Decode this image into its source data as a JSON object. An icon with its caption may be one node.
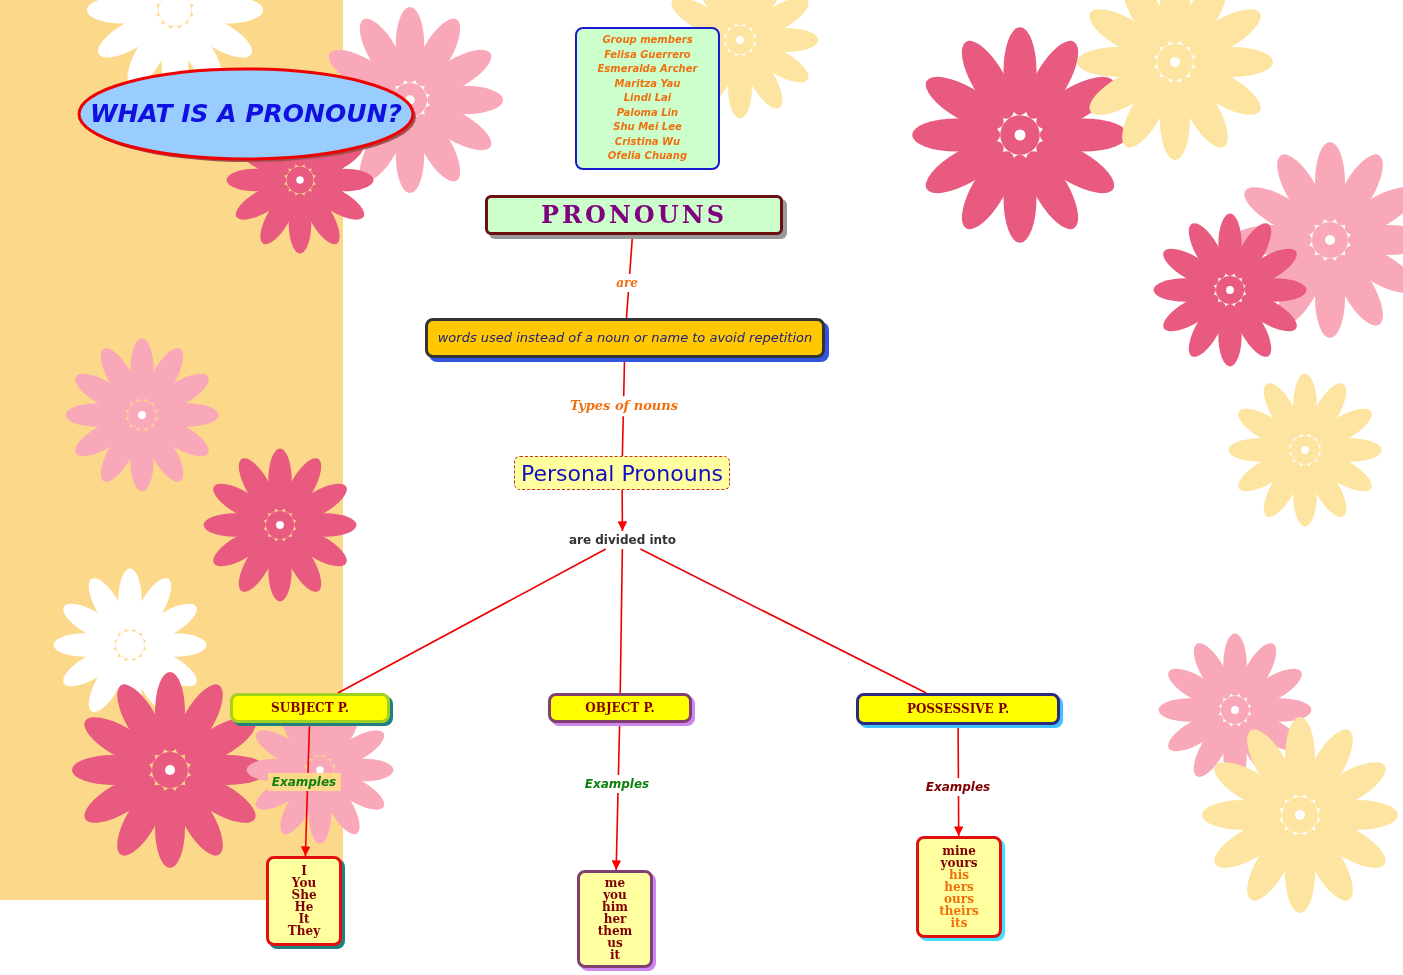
{
  "diagram": {
    "nodes": [
      {
        "text": [
          "WHAT IS A PRONOUN?"
        ]
      },
      {
        "text": [
          "Group members",
          "Felisa Guerrero",
          "Esmeralda Archer",
          "Maritza Yau",
          "Lindi Lai",
          "Paloma Lin",
          "Shu Mei Lee",
          "Cristina Wu",
          "Ofelia Chuang"
        ]
      },
      {
        "text": [
          "PRONOUNS"
        ]
      },
      {
        "text": [
          "words used instead of a noun or name to avoid repetition"
        ]
      },
      {
        "text": [
          "Personal Pronouns"
        ]
      },
      {
        "text": [
          "are divided into"
        ]
      },
      {
        "text": [
          "SUBJECT P."
        ]
      },
      {
        "text": [
          "OBJECT P."
        ]
      },
      {
        "text": [
          "POSSESSIVE P."
        ]
      },
      {
        "text": [
          "I",
          "You",
          "She",
          "He",
          "It",
          "They"
        ]
      },
      {
        "text": [
          "me",
          "you",
          "him",
          "her",
          "them",
          "us",
          "it"
        ]
      },
      {
        "text": [
          "mine",
          "yours",
          "his",
          "hers",
          "ours",
          "theirs",
          "its"
        ]
      }
    ],
    "edges": [
      {
        "from": 2,
        "to": 3,
        "arrow": "none",
        "label": "are"
      },
      {
        "from": 3,
        "to": 4,
        "arrow": "none",
        "label": "Types of nouns"
      },
      {
        "from": 4,
        "to": 5,
        "arrow": "to"
      },
      {
        "from": 5,
        "to": 6,
        "arrow": "none"
      },
      {
        "from": 5,
        "to": 7,
        "arrow": "none"
      },
      {
        "from": 5,
        "to": 8,
        "arrow": "none"
      },
      {
        "from": 6,
        "to": 9,
        "arrow": "to",
        "label": "Examples"
      },
      {
        "from": 7,
        "to": 10,
        "arrow": "to",
        "label": "Examples"
      },
      {
        "from": 8,
        "to": 11,
        "arrow": "to",
        "label": "Examples"
      }
    ]
  }
}
